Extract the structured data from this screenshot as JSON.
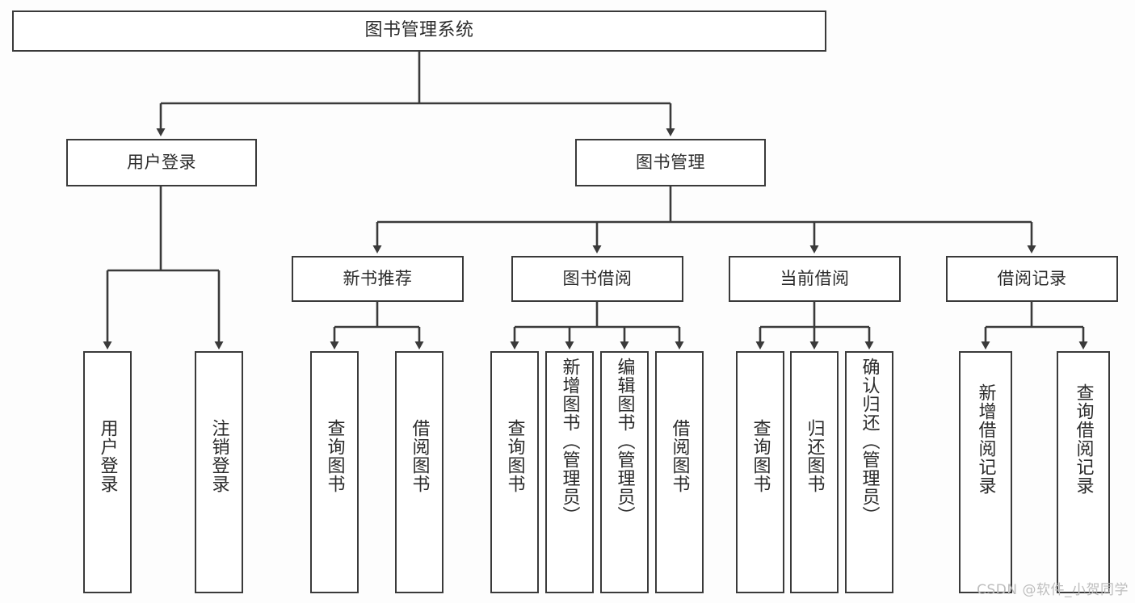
{
  "diagram": {
    "type": "tree-hierarchy",
    "title": "图书管理系统",
    "orientation": "top-down",
    "colors": {
      "border": "#3a3a3a",
      "node_fill": "#ffffff",
      "text": "#2b2b2b",
      "connector": "#3a3a3a",
      "watermark": "#bdbdbd",
      "background": "#fdfdfd"
    },
    "root": {
      "label": "图书管理系统"
    },
    "level2": [
      {
        "id": "user-login",
        "label": "用户登录"
      },
      {
        "id": "book-management",
        "label": "图书管理"
      }
    ],
    "level3": [
      {
        "id": "new-book-recommend",
        "label": "新书推荐"
      },
      {
        "id": "book-borrow",
        "label": "图书借阅"
      },
      {
        "id": "current-borrow",
        "label": "当前借阅"
      },
      {
        "id": "borrow-record",
        "label": "借阅记录"
      }
    ],
    "leaves": {
      "user_login": [
        {
          "id": "leaf-user-login",
          "label": "用户登录"
        },
        {
          "id": "leaf-logout",
          "label": "注销登录"
        }
      ],
      "new_book_recommend": [
        {
          "id": "leaf-query-book-1",
          "label": "查询图书"
        },
        {
          "id": "leaf-borrow-book-1",
          "label": "借阅图书"
        }
      ],
      "book_borrow": [
        {
          "id": "leaf-query-book-2",
          "label": "查询图书"
        },
        {
          "id": "leaf-add-book-admin",
          "label": "新增图书（管理员）"
        },
        {
          "id": "leaf-edit-book-admin",
          "label": "编辑图书（管理员）"
        },
        {
          "id": "leaf-borrow-book-2",
          "label": "借阅图书"
        }
      ],
      "current_borrow": [
        {
          "id": "leaf-query-book-3",
          "label": "查询图书"
        },
        {
          "id": "leaf-return-book",
          "label": "归还图书"
        },
        {
          "id": "leaf-confirm-return-admin",
          "label": "确认归还（管理员）"
        }
      ],
      "borrow_record": [
        {
          "id": "leaf-add-borrow-record",
          "label": "新增借阅记录"
        },
        {
          "id": "leaf-query-borrow-record",
          "label": "查询借阅记录"
        }
      ]
    }
  },
  "watermark": {
    "text": "CSDN @软件_小贺同学"
  }
}
